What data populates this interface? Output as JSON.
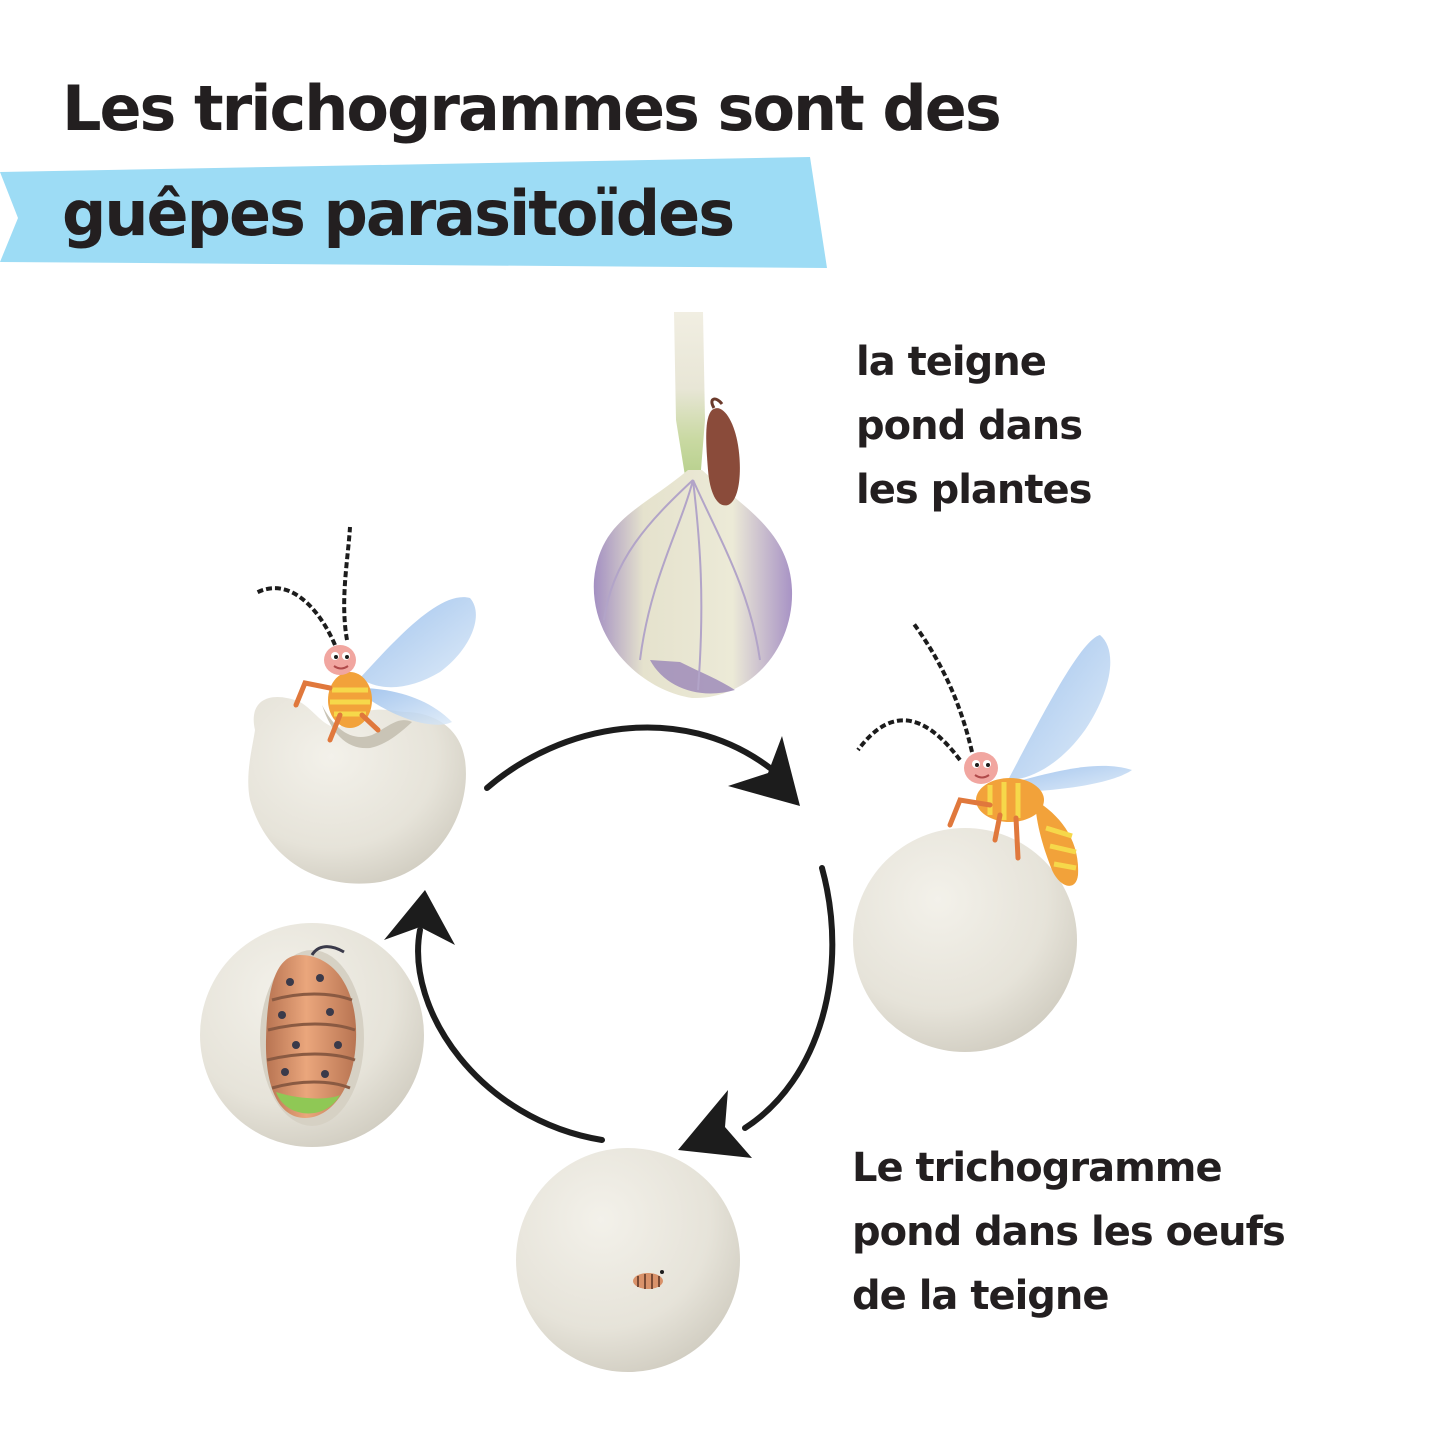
{
  "title": {
    "line1": "Les trichogrammes sont des",
    "line2": "guêpes parasitoïdes",
    "highlight_color": "#9ddcf5",
    "text_color": "#231f20"
  },
  "captions": {
    "moth": {
      "lines": [
        "la teigne",
        "pond dans",
        "les plantes"
      ]
    },
    "trichogramme": {
      "lines": [
        "Le trichogramme",
        "pond dans les oeufs",
        "de la teigne"
      ]
    }
  },
  "icons": {
    "garlic": "garlic-bulb-icon",
    "moth": "moth-icon",
    "wasp": "wasp-icon",
    "egg": "egg-icon",
    "pupa": "pupa-icon",
    "larva": "larva-icon",
    "arrow": "cycle-arrow-icon"
  },
  "colors": {
    "egg": "#e8e5dc",
    "arrow": "#1c1c1c",
    "wing": "#a9cbef",
    "wasp_body": "#f2a23a",
    "wasp_stripes": "#f6d84a",
    "wasp_head": "#f1a6a0",
    "pupa_body": "#d9926a",
    "pupa_tip": "#8fc855",
    "garlic_skin": "#ebe8d2",
    "garlic_purple": "#a58fc1",
    "moth": "#8a4b3a"
  }
}
